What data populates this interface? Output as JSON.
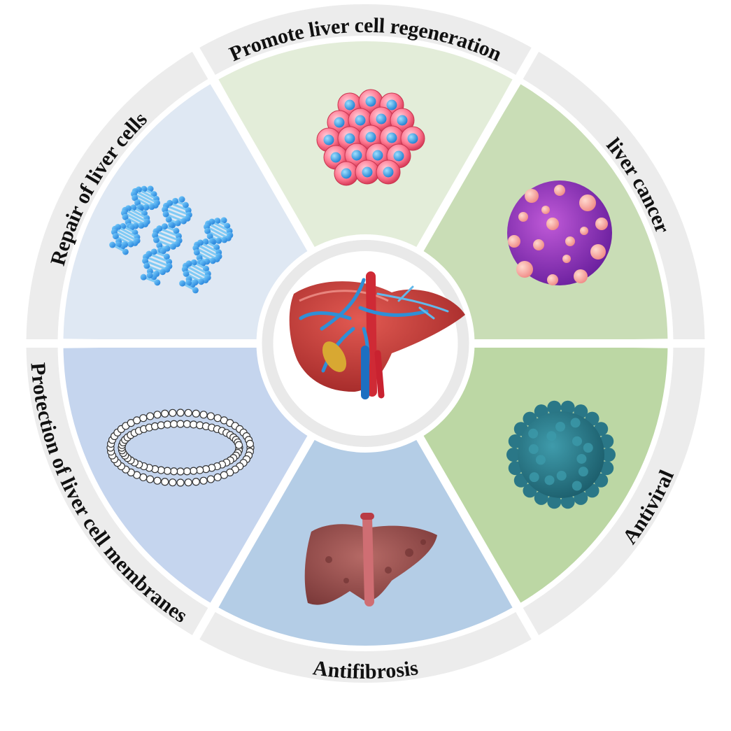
{
  "center_icon": "liver-anatomy-icon",
  "segments": [
    {
      "id": "repair",
      "label": "Repair of liver cells",
      "icon": "dna-helix-icon",
      "inner_color": "#dfe8f3",
      "ring_color": "#ececec"
    },
    {
      "id": "regeneration",
      "label": "Promote liver cell regeneration",
      "icon": "cell-cluster-icon",
      "inner_color": "#e3edd9",
      "ring_color": "#ececec"
    },
    {
      "id": "cancer",
      "label": "liver cancer",
      "icon": "cancer-cell-icon",
      "inner_color": "#c9ddb6",
      "ring_color": "#ececec"
    },
    {
      "id": "antiviral",
      "label": "Antiviral",
      "icon": "virus-icon",
      "inner_color": "#bcd7a4",
      "ring_color": "#ececec"
    },
    {
      "id": "antifibrosis",
      "label": "Antifibrosis",
      "icon": "fibrotic-liver-icon",
      "inner_color": "#b4cde6",
      "ring_color": "#ececec"
    },
    {
      "id": "membrane",
      "label": "Protection of liver cell membranes",
      "icon": "lipid-bilayer-ring-icon",
      "inner_color": "#c5d5ee",
      "ring_color": "#ececec"
    }
  ]
}
